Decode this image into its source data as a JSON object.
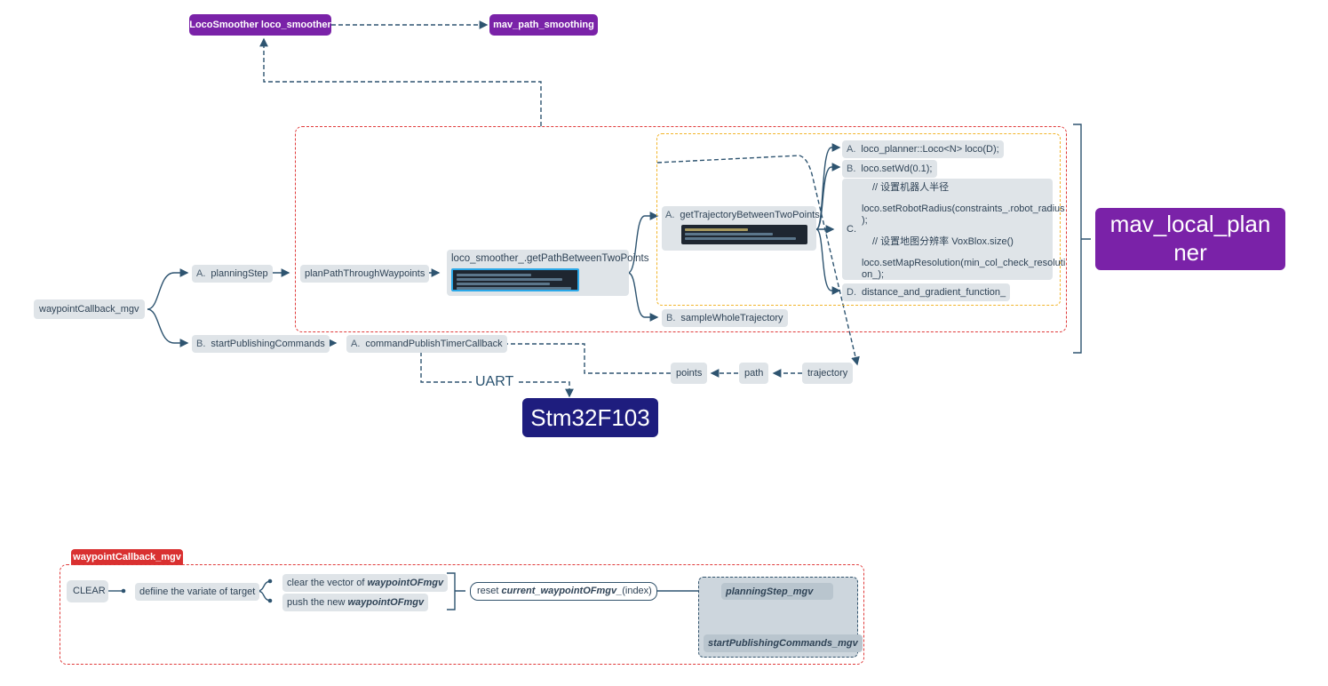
{
  "colors": {
    "purple": "#7a22a8",
    "navy": "#1e1d7e",
    "red": "#e03b3b",
    "yellow": "#f2b52b",
    "line": "#2e5470",
    "node": "#dfe4e8"
  },
  "top": {
    "loco_smoother": "LocoSmoother loco_smoother",
    "mav_path": "mav_path_smoothing"
  },
  "root": "waypointCallback_mgv",
  "main": {
    "a_letter": "A.",
    "a_label": "planningStep",
    "b_letter": "B.",
    "b_label": "startPublishingCommands",
    "plan": "planPathThroughWaypoints",
    "getpath": "loco_smoother_.getPathBetweenTwoPoints",
    "gtb_letter": "A.",
    "gtb_label": "getTrajectoryBetweenTwoPoints",
    "swt_letter": "B.",
    "swt_label": "sampleWholeTrajectory",
    "cpt_letter": "A.",
    "cpt_label": "commandPublishTimerCallback"
  },
  "loco": {
    "a_letter": "A.",
    "a_label": "loco_planner::Loco<N> loco(D);",
    "b_letter": "B.",
    "b_label": "loco.setWd(0.1);",
    "c_letter": "C.",
    "c_line1": "// 设置机器人半径",
    "c_line2": "loco.setRobotRadius(constraints_.robot_radius",
    "c_line3": ");",
    "c_line4": "// 设置地图分辨率 VoxBlox.size()",
    "c_line5": "loco.setMapResolution(min_col_check_resoluti",
    "c_line6": "on_);",
    "d_letter": "D.",
    "d_label": "distance_and_gradient_function_"
  },
  "flow": {
    "points": "points",
    "path": "path",
    "trajectory": "trajectory",
    "uart": "UART",
    "stm": "Stm32F103"
  },
  "planner_label": "mav_local_planner",
  "planner_line1": "mav_local_plan",
  "planner_line2": "ner",
  "bottom": {
    "tag": "waypointCallback_mgv",
    "clear": "CLEAR",
    "define": "defiine the variate of target",
    "clear_vec_prefix": "clear the vector of ",
    "clear_vec_bold": "waypointOFmgv",
    "push_prefix": "push the new ",
    "push_bold": "waypointOFmgv",
    "reset_prefix": "reset ",
    "reset_bold": "current_waypointOFmgv_",
    "reset_suffix": "(index)",
    "planning_mgv": "planningStep_mgv",
    "start_mgv": "startPublishingCommands_mgv"
  }
}
